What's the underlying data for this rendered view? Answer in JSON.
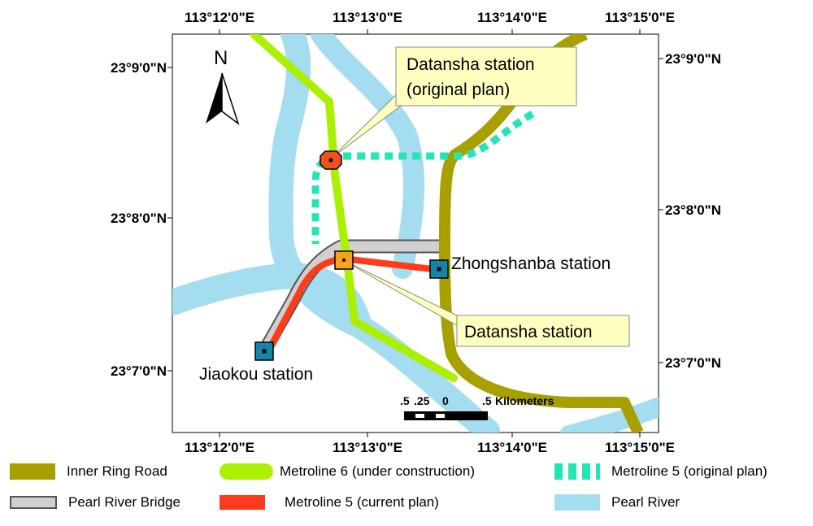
{
  "map": {
    "top_lon_labels": [
      "113°12'0\"E",
      "113°13'0\"E",
      "113°14'0\"E",
      "113°15'0\"E"
    ],
    "bottom_lon_labels": [
      "113°12'0\"E",
      "113°13'0\"E",
      "113°14'0\"E",
      "113°15'0\"E"
    ],
    "left_lat_labels": [
      "23°9'0\"N",
      "23°8'0\"N",
      "23°7'0\"N"
    ],
    "right_lat_labels": [
      "23°9'0\"N",
      "23°8'0\"N",
      "23°7'0\"N"
    ],
    "north_arrow": {
      "label": "N",
      "icon": "north-arrow-icon"
    },
    "stations": {
      "datansha_original": "Datansha station",
      "jiaokou": "Jiaokou station",
      "zhongshanba": "Zhongshanba station"
    },
    "callouts": {
      "datansha_original_line1": "Datansha station",
      "datansha_original_line2": "(original plan)",
      "datansha_current": "Datansha station"
    },
    "scale_bar": {
      "ticks": [
        ".5",
        ".25",
        "0",
        ".5"
      ],
      "unit": "Kilometers"
    },
    "colors": {
      "inner_ring_road": "#a8a000",
      "metroline6": "#aaf000",
      "metroline5_original": "#22e6b4",
      "pearl_river_bridge": "#cccccc",
      "metroline5_current": "#ff3b1c",
      "pearl_river": "#a4dcf0",
      "station_blue": "#1386a8",
      "station_orange_original": "#ee5020",
      "station_orange_current": "#f7a21e",
      "callout_fill": "#ffffc0"
    }
  },
  "legend": [
    {
      "label": "Inner Ring Road",
      "style": "inner-ring"
    },
    {
      "label": "Metroline 6 (under construction)",
      "style": "metroline6"
    },
    {
      "label": "Metroline 5 (original plan)",
      "style": "metroline5-original"
    },
    {
      "label": "Pearl River Bridge",
      "style": "bridge"
    },
    {
      "label": "Metroline 5 (current plan)",
      "style": "metroline5-current"
    },
    {
      "label": "Pearl River",
      "style": "river"
    }
  ]
}
